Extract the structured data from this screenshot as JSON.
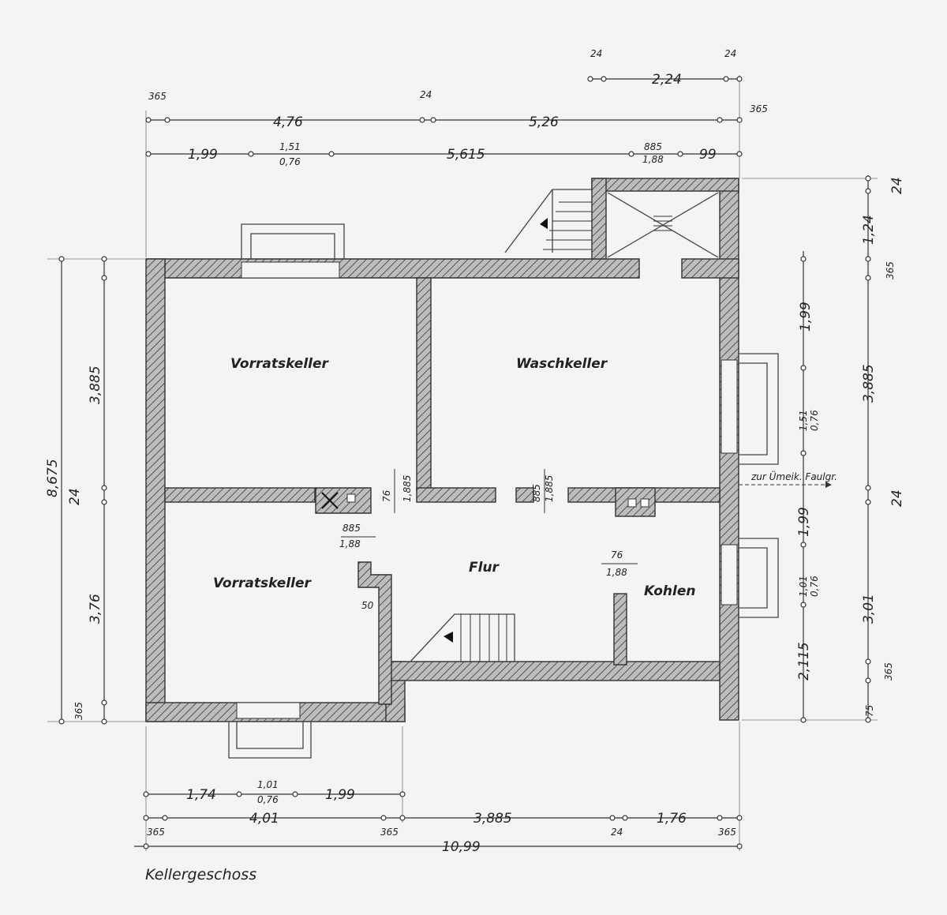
{
  "title": "Kellergeschoss",
  "rooms": {
    "vorratskeller_top": "Vorratskeller",
    "vorratskeller_bottom": "Vorratskeller",
    "waschkeller": "Waschkeller",
    "flur": "Flur",
    "kohlen": "Kohlen"
  },
  "annotation_arrow": "zur Ümeik. Faulgr.",
  "top_dims": {
    "r1": [
      "24",
      "2,24",
      "24"
    ],
    "r2": [
      "365",
      "4,76",
      "24",
      "5,26",
      "365"
    ],
    "r3": [
      "1,99",
      "1,51",
      "0,76",
      "5,615",
      "885",
      "1,88",
      "99"
    ]
  },
  "bottom_dims": {
    "r1": [
      "1,74",
      "1,01",
      "0,76",
      "1,99"
    ],
    "r2": [
      "4,01",
      "3,885",
      "1,76"
    ],
    "r2_small": [
      "365",
      "365",
      "24",
      "365"
    ],
    "total": "10,99"
  },
  "left_dims": [
    "8,675",
    "3,885",
    "24",
    "3,76",
    "365"
  ],
  "right_dims": [
    "24",
    "1,24",
    "365",
    "1,99",
    "3,885",
    "1,51",
    "0,76",
    "24",
    "1,99",
    "3,01",
    "1,01",
    "0,76",
    "2,115",
    "365",
    "75"
  ],
  "inner_dims": [
    "76",
    "1,885",
    "885",
    "1,885",
    "885",
    "1,88",
    "76",
    "1,88",
    "50"
  ]
}
